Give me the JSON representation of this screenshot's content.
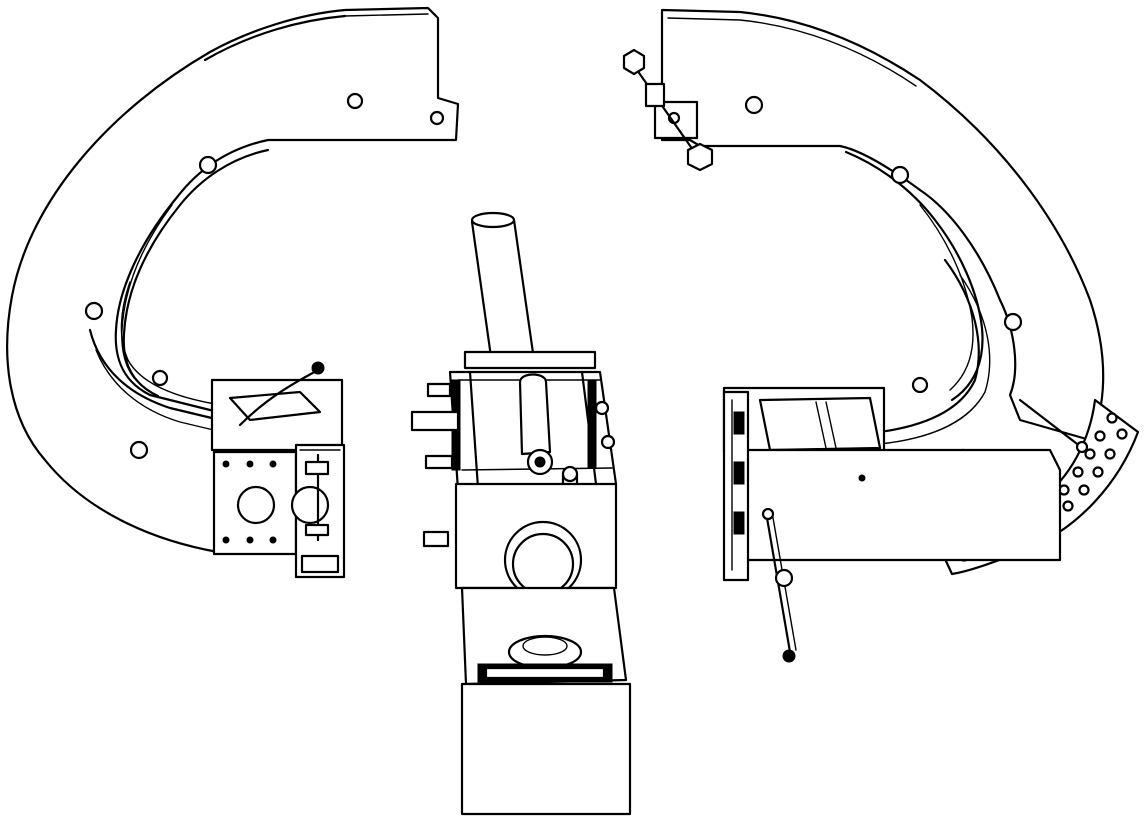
{
  "figure": {
    "kind": "line-drawing",
    "stroke_color": "#000000",
    "background_color": "#ffffff",
    "parts": [
      {
        "id": "left-arc-arm",
        "icon": "curved-arm"
      },
      {
        "id": "right-arc-arm",
        "icon": "curved-arm"
      },
      {
        "id": "center-column",
        "icon": "column-housing"
      },
      {
        "id": "perforated-plate",
        "icon": "perforated-plate"
      },
      {
        "id": "adjustment-rod",
        "icon": "rod"
      }
    ]
  }
}
